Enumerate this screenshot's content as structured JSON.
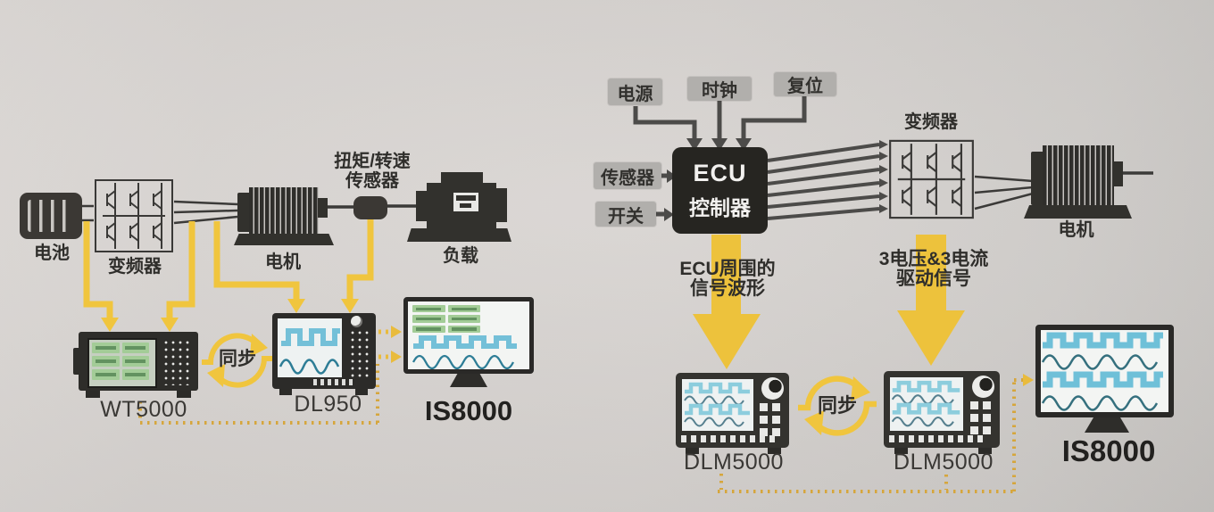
{
  "left": {
    "battery_label": "电池",
    "inverter_label": "变频器",
    "motor_label": "电机",
    "sensor_label_line1": "扭矩/转速",
    "sensor_label_line2": "传感器",
    "load_label": "负载",
    "power_analyzer_label": "WT5000",
    "scopecorder_label": "DL950",
    "software_label": "IS8000",
    "sync_label": "同步"
  },
  "right": {
    "power_box": "电源",
    "clock_box": "时钟",
    "reset_box": "复位",
    "sensor_box": "传感器",
    "switch_box": "开关",
    "ecu_line1": "ECU",
    "ecu_line2": "控制器",
    "inverter_label": "变频器",
    "motor_label": "电机",
    "arrow1_line1": "ECU周围的",
    "arrow1_line2": "信号波形",
    "arrow2_line1": "3电压&3电流",
    "arrow2_line2": "驱动信号",
    "scope1_label": "DLM5000",
    "scope2_label": "DLM5000",
    "software_label": "IS8000",
    "sync_label": "同步"
  },
  "colors": {
    "accent_yellow": "#f0c53e",
    "dotted_orange": "#d6a63c",
    "dark_line": "#4c4b49",
    "device_dark": "#2e2d2a",
    "gray_box": "#b1afac",
    "wave_blue": "#74c0d8",
    "wave_teal": "#2d7d96",
    "screen_green": "#a3cc97"
  }
}
